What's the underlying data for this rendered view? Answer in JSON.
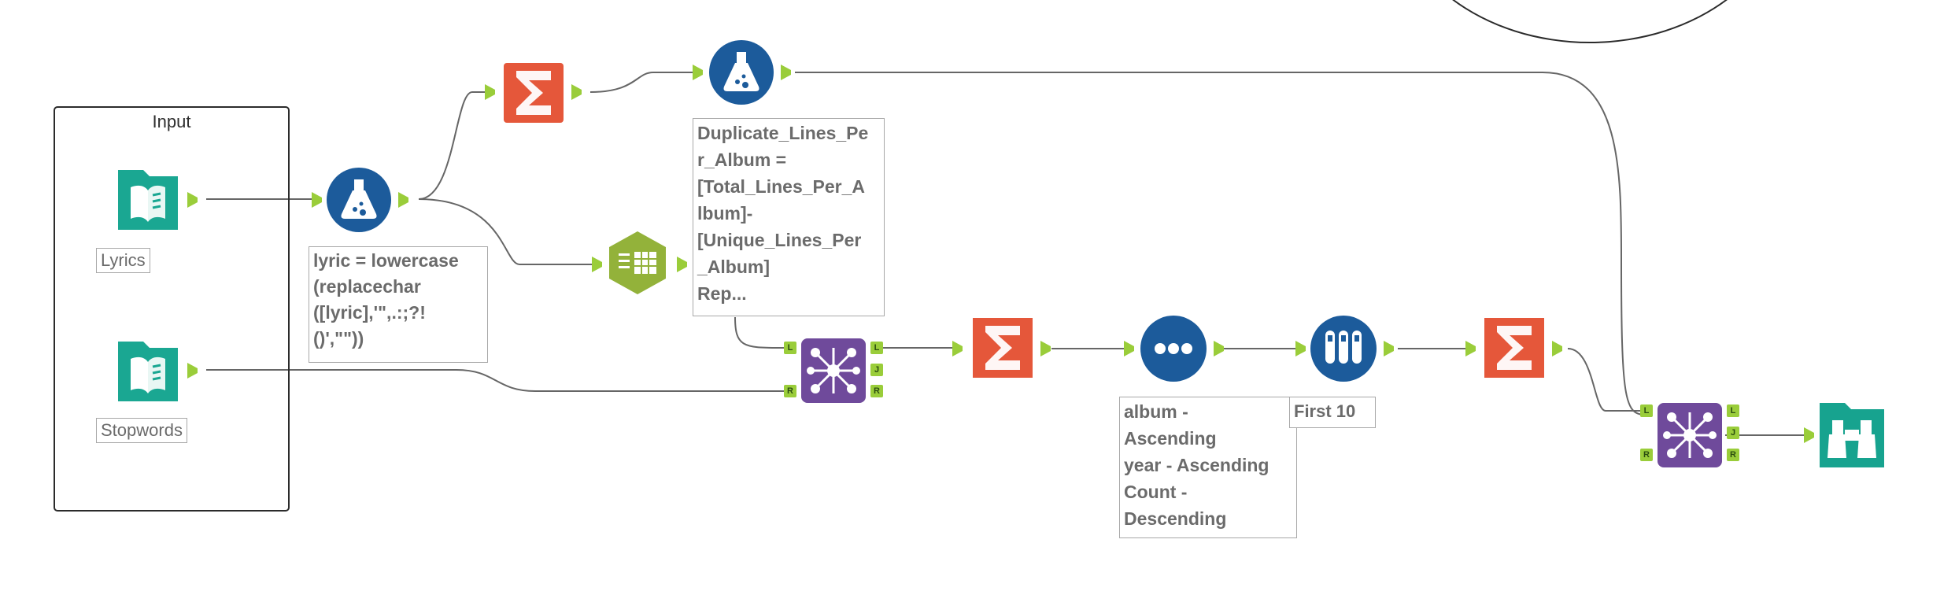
{
  "container": {
    "title": "Input"
  },
  "tools": {
    "input_lyrics": {
      "label": "Lyrics"
    },
    "input_stopwords": {
      "label": "Stopwords"
    },
    "formula_1": {
      "annotation": "lyric = lowercase\n(replacechar\n([lyric],'\",.:;?!\n()',\"\"))"
    },
    "formula_2": {
      "annotation": "Duplicate_Lines_Pe\nr_Album =\n[Total_Lines_Per_A\nlbum]-\n[Unique_Lines_Per\n_Album]\nRep..."
    },
    "sort": {
      "annotation": "album -\nAscending\nyear - Ascending\nCount -\nDescending"
    },
    "sample": {
      "annotation": "First 10"
    }
  },
  "join_ports": {
    "left": "L",
    "join": "J",
    "right": "R"
  },
  "colors": {
    "input": "#1aa792",
    "formula": "#1c5b9b",
    "summarize": "#e5573a",
    "join": "#6f4a9b",
    "text_to_columns": "#93b23a",
    "browse": "#17a38f",
    "port": "#9acd3a",
    "wire": "#555555"
  }
}
